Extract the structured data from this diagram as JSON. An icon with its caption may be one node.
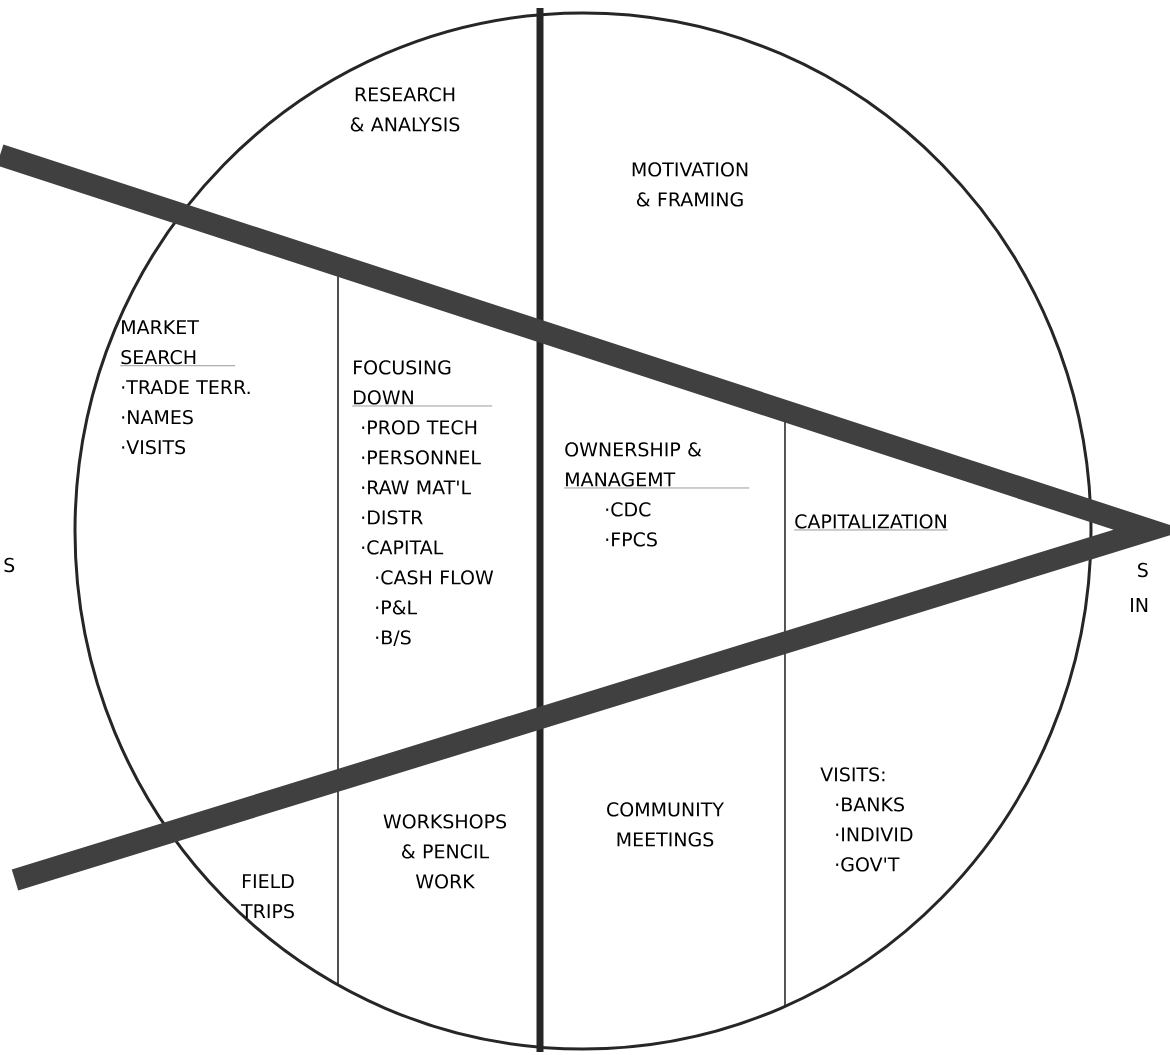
{
  "diagram": {
    "nodes": [
      {
        "text": [
          "RESEARCH & ANALYSIS"
        ]
      },
      {
        "text": [
          "MOTIVATION & FRAMING"
        ]
      },
      {
        "text": [
          "MARKET SEARCH",
          "·TRADE TERR.",
          "·NAMES",
          "·VISITS"
        ]
      },
      {
        "text": [
          "FOCUSING DOWN",
          "·PROD TECH",
          "·PERSONNEL",
          "·RAW MAT'L",
          "·DISTR",
          "·CAPITAL",
          "·CASH FLOW",
          "·P&L",
          "·B/S"
        ]
      },
      {
        "text": [
          "OWNERSHIP & MANAGEMT",
          "·CDC",
          "·FPCS"
        ]
      },
      {
        "text": [
          "CAPITALIZATION"
        ]
      },
      {
        "text": [
          "VISITS:",
          "·BANKS",
          "·INDIVID",
          "·GOV'T"
        ]
      },
      {
        "text": [
          "FIELD TRIPS"
        ]
      },
      {
        "text": [
          "WORKSHOPS & PENCIL WORK"
        ]
      },
      {
        "text": [
          "COMMUNITY MEETINGS"
        ]
      }
    ],
    "labels": [
      "S",
      "S",
      "IN"
    ]
  }
}
